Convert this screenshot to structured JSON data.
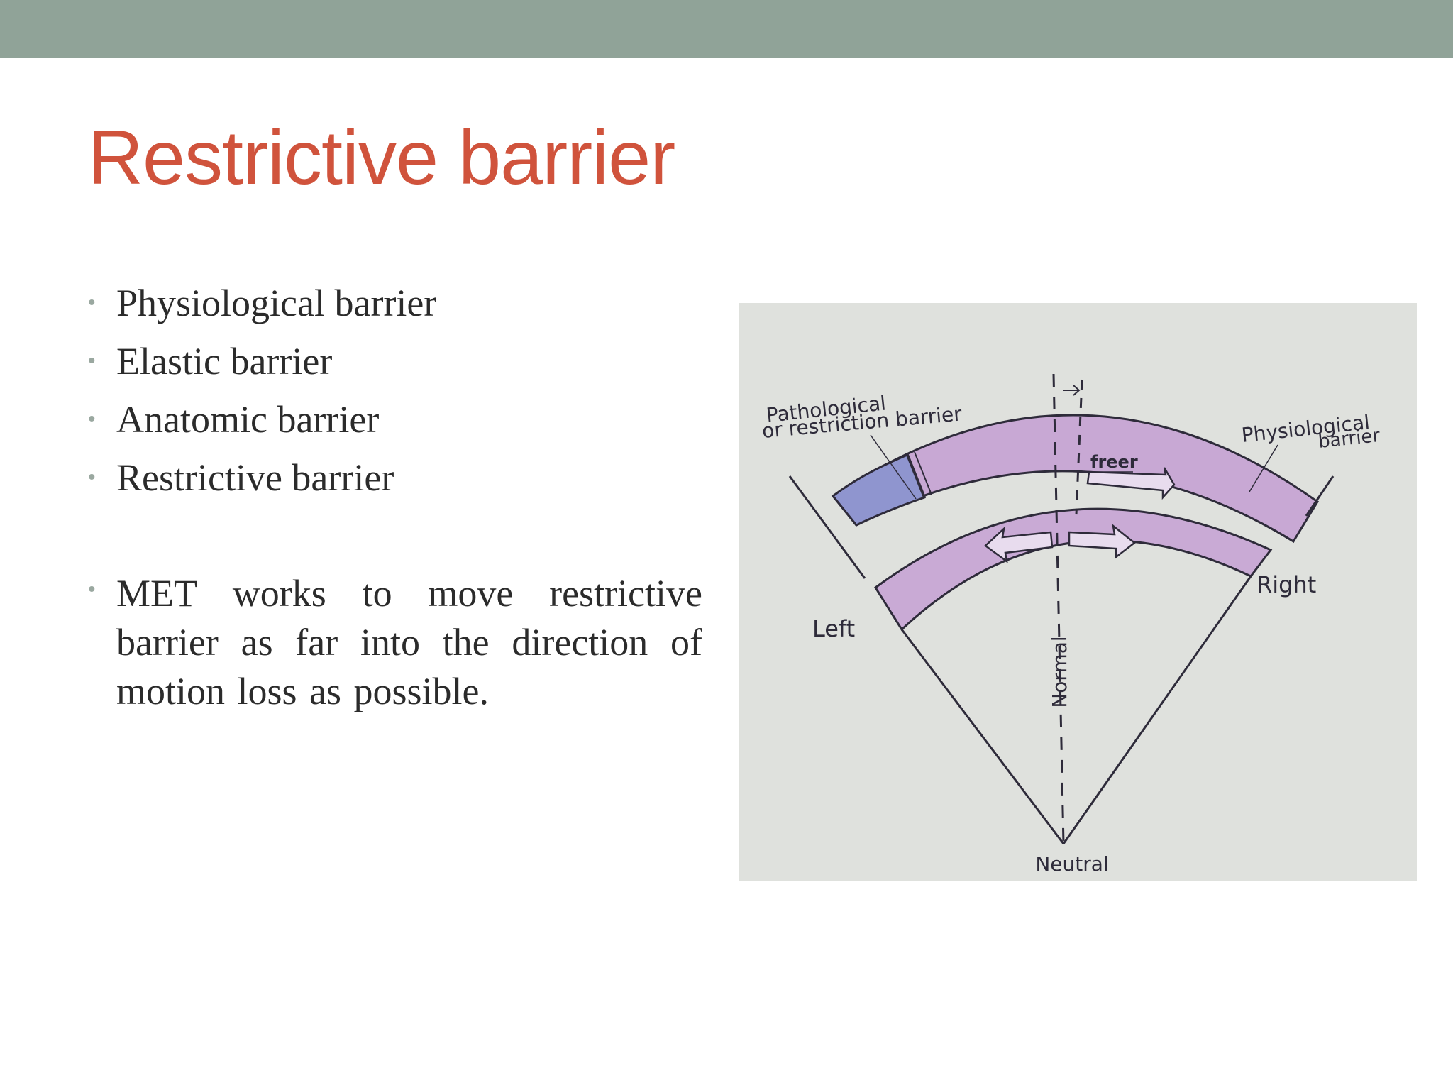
{
  "slide": {
    "title": "Restrictive barrier",
    "bullets": [
      "Physiological barrier",
      "Elastic barrier",
      "Anatomic barrier",
      "Restrictive barrier"
    ],
    "paragraph": "MET works to move restrictive barrier as  far into the direction of motion loss as possible."
  },
  "figure": {
    "label_pathological_line1": "Pathological",
    "label_pathological_line2": "or restriction barrier",
    "label_physiological_line1": "Physiological",
    "label_physiological_line2": "barrier",
    "label_freer": "freer",
    "label_left": "Left",
    "label_right": "Right",
    "label_normal": "Normal",
    "label_neutral": "Neutral"
  },
  "colors": {
    "top_band": "#90a398",
    "title": "#d0533c",
    "text": "#2b2b2b",
    "bullet": "#9aa8a0",
    "figure_bg": "#dfe1dd",
    "band_pink": "#c8a8d4",
    "band_blue": "#8f95cf"
  }
}
